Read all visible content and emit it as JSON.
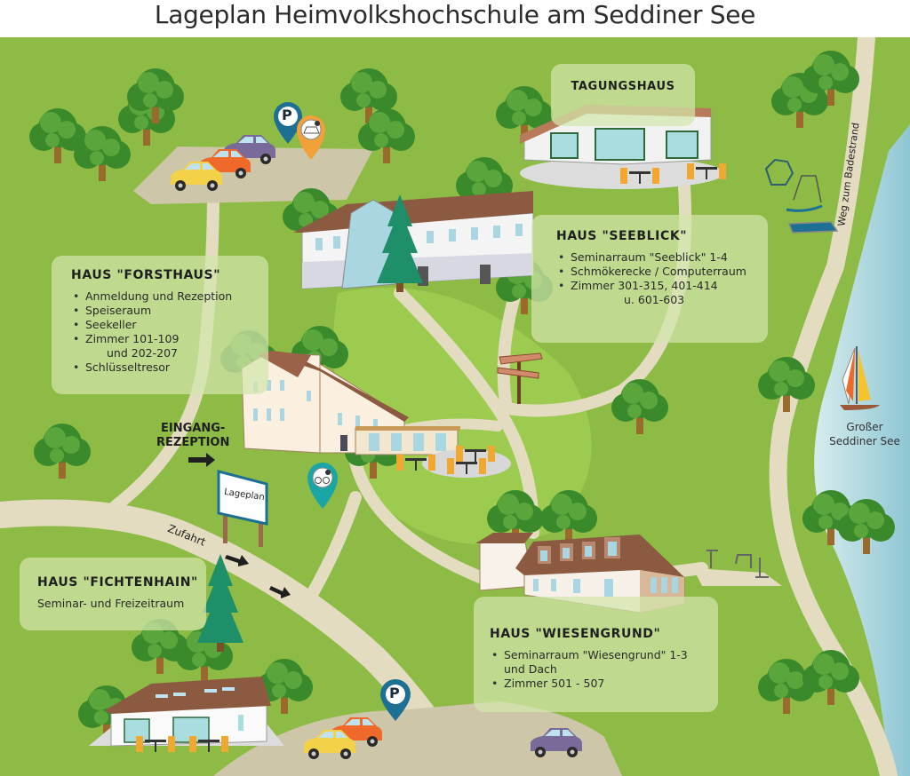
{
  "title": "Lageplan Heimvolkshochschule am Seddiner See",
  "colors": {
    "grass": "#8dbb45",
    "grass_light": "#a6cd5a",
    "path": "#e3dcc0",
    "parking_lot": "#cdc6a8",
    "lake": "#a9d3dc",
    "panel": "#d2e6aa",
    "parking_pin": "#1d6f94",
    "ev_pin": "#f1a03a",
    "bike_pin": "#1aa6a6",
    "roof": "#8c5a40",
    "tree": "#3f8c2f",
    "spruce": "#1f8f6a"
  },
  "buildings": {
    "forsthaus": {
      "heading": "HAUS \"FORSTHAUS\"",
      "items": [
        "Anmeldung und Rezeption",
        "Speiseraum",
        "Seekeller",
        "Zimmer 101-109",
        "Schlüsseltresor"
      ],
      "item3_continuation": "und 202-207"
    },
    "seeblick": {
      "heading": "HAUS \"SEEBLICK\"",
      "items": [
        "Seminarraum \"Seeblick\" 1-4",
        "Schmökerecke / Computerraum",
        "Zimmer 301-315, 401-414"
      ],
      "item2_continuation": "u. 601-603"
    },
    "tagungshaus": {
      "heading": "TAGUNGSHAUS"
    },
    "fichtenhain": {
      "heading": "HAUS \"FICHTENHAIN\"",
      "description": "Seminar- und Freizeitraum"
    },
    "wiesengrund": {
      "heading": "HAUS \"WIESENGRUND\"",
      "items": [
        "Seminarraum \"Wiesengrund\" 1-3",
        "Zimmer 501 - 507"
      ],
      "item0_continuation": "und Dach"
    }
  },
  "labels": {
    "entrance_line1": "EINGANG-",
    "entrance_line2": "REZEPTION",
    "sign": "Lageplan",
    "access_road": "Zufahrt",
    "beach_path": "Weg zum Badestrand",
    "lake_line1": "Großer",
    "lake_line2": "Seddiner See"
  },
  "pins": {
    "parking_top": "P",
    "parking_bottom": "P",
    "ev_charging": "ev-charging-icon",
    "bike": "bike-charging-icon"
  }
}
